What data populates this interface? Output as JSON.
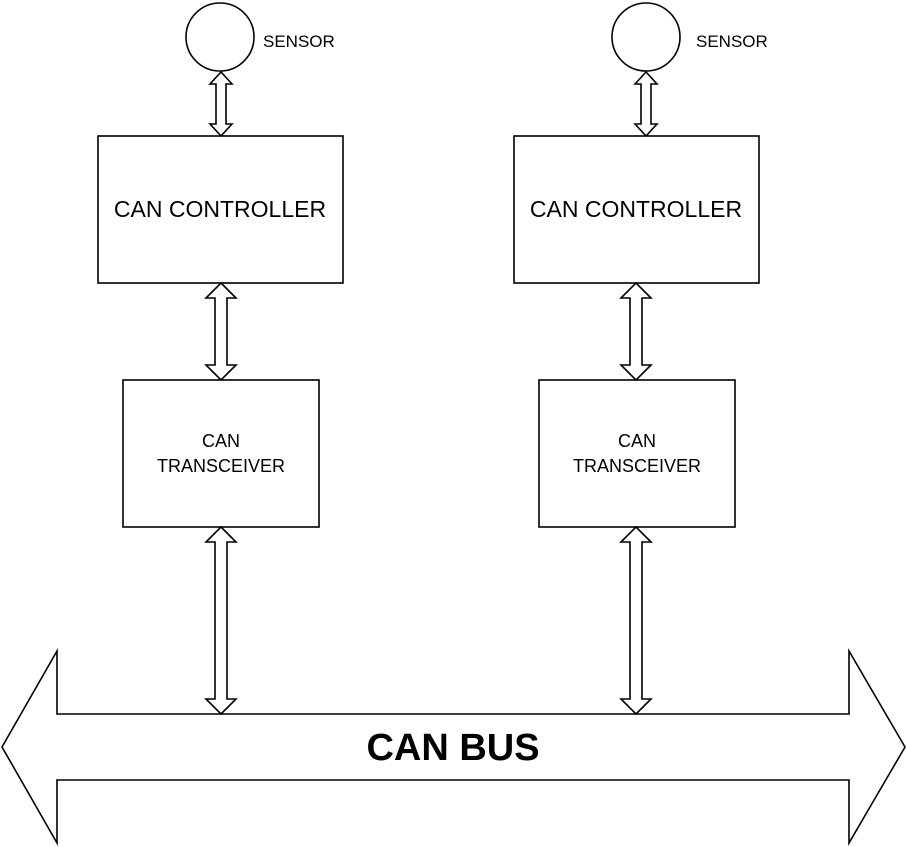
{
  "nodes": [
    {
      "sensor_label": "SENSOR",
      "controller_label": "CAN CONTROLLER",
      "transceiver_line1": "CAN",
      "transceiver_line2": "TRANSCEIVER"
    },
    {
      "sensor_label": "SENSOR",
      "controller_label": "CAN CONTROLLER",
      "transceiver_line1": "CAN",
      "transceiver_line2": "TRANSCEIVER"
    }
  ],
  "bus": {
    "label": "CAN BUS"
  }
}
